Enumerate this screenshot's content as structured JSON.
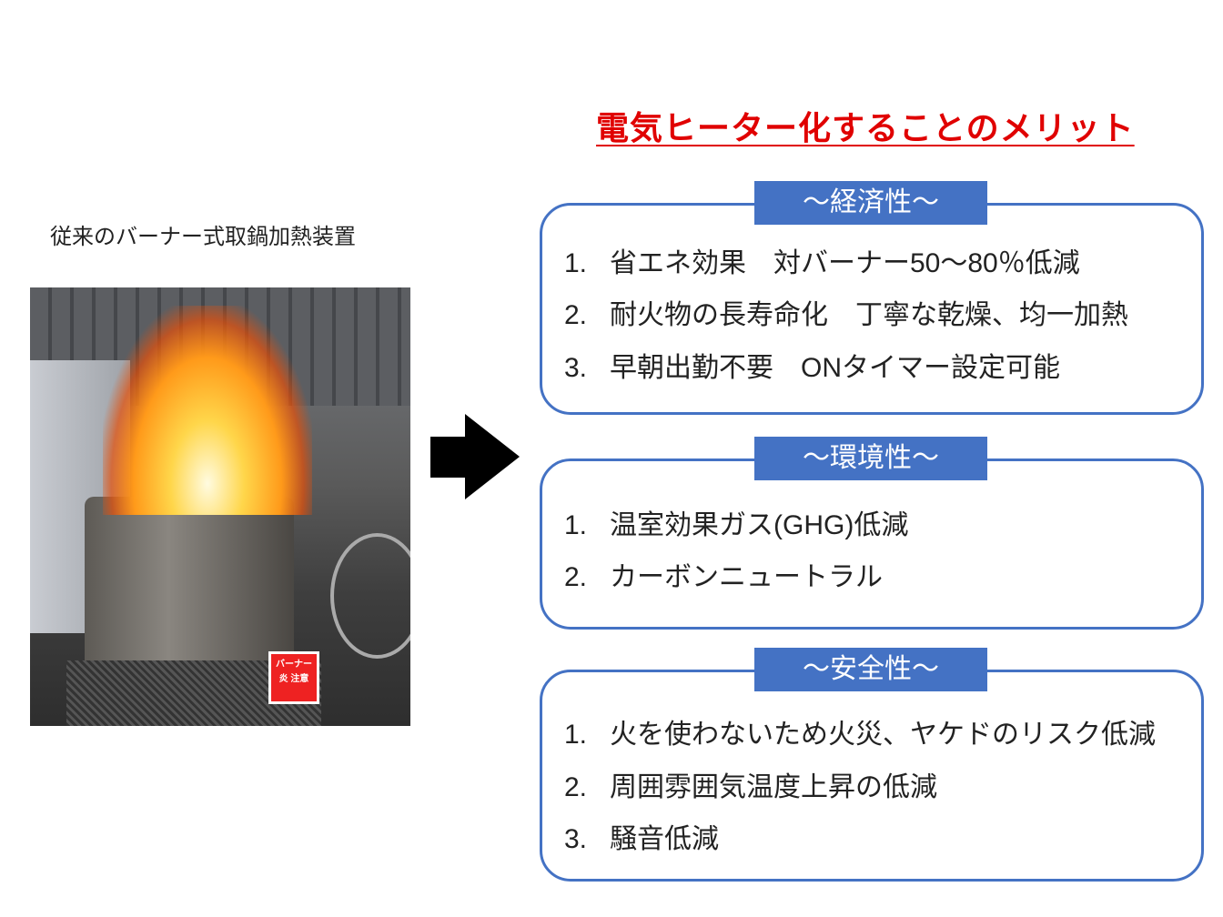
{
  "title": "電気ヒーター化することのメリット",
  "left": {
    "caption": "従来のバーナー式取鍋加熱装置",
    "photo_sign": "バーナー炎 注意"
  },
  "sections": [
    {
      "label": "～経済性～",
      "items": [
        {
          "num": "1.",
          "text": "省エネ効果　対バーナー50～80％低減"
        },
        {
          "num": "2.",
          "text": "耐火物の長寿命化　丁寧な乾燥、均一加熱"
        },
        {
          "num": "3.",
          "text": "早朝出勤不要　ONタイマー設定可能"
        }
      ]
    },
    {
      "label": "～環境性～",
      "items": [
        {
          "num": "1.",
          "text": "温室効果ガス(GHG)低減"
        },
        {
          "num": "2.",
          "text": "カーボンニュートラル"
        }
      ]
    },
    {
      "label": "～安全性～",
      "items": [
        {
          "num": "1.",
          "text": "火を使わないため火災、ヤケドのリスク低減"
        },
        {
          "num": "2.",
          "text": "周囲雰囲気温度上昇の低減"
        },
        {
          "num": "3.",
          "text": "騒音低減"
        }
      ]
    }
  ],
  "colors": {
    "title": "#e00000",
    "accent": "#4472c4"
  }
}
